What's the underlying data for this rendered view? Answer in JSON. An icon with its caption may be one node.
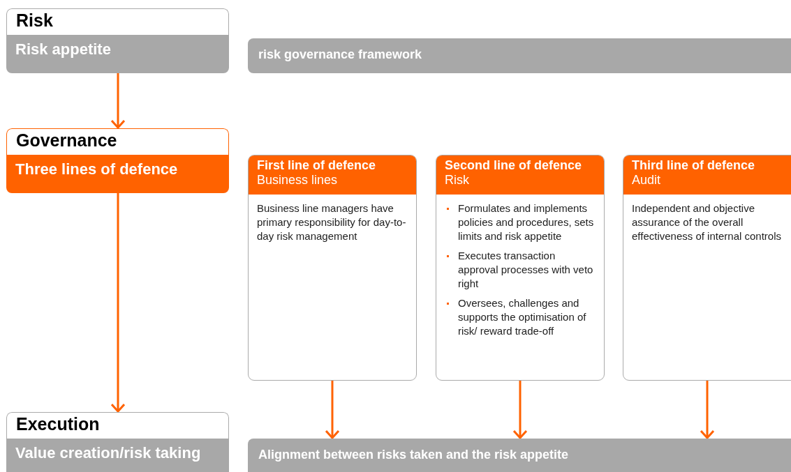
{
  "diagram": {
    "nodes": [
      {
        "text": [
          "Risk",
          "Risk appetite"
        ]
      },
      {
        "text": [
          "risk governance framework"
        ]
      },
      {
        "text": [
          "Governance",
          "Three lines of defence"
        ]
      },
      {
        "text": [
          "First line of defence",
          "Business lines",
          "Business line managers have primary responsibility for day-to-day risk management"
        ]
      },
      {
        "text": [
          "Second line of defence",
          "Risk",
          "Formulates and implements policies and procedures, sets limits and risk appetite",
          "Executes transaction approval processes with veto right",
          "Oversees, challenges and supports the optimisation of risk/ reward trade-off"
        ]
      },
      {
        "text": [
          "Third line of defence",
          "Audit",
          "Independent and objective assurance of the overall effectiveness of internal controls"
        ]
      },
      {
        "text": [
          "Execution",
          "Value creation/risk taking"
        ]
      },
      {
        "text": [
          "Alignment between risks taken and the risk appetite"
        ]
      }
    ],
    "edges": [
      {
        "from": 0,
        "to": 2,
        "arrow": "to"
      },
      {
        "from": 2,
        "to": 6,
        "arrow": "to"
      },
      {
        "from": 3,
        "to": 7,
        "arrow": "to"
      },
      {
        "from": 4,
        "to": 7,
        "arrow": "to"
      },
      {
        "from": 5,
        "to": 7,
        "arrow": "to"
      }
    ]
  }
}
